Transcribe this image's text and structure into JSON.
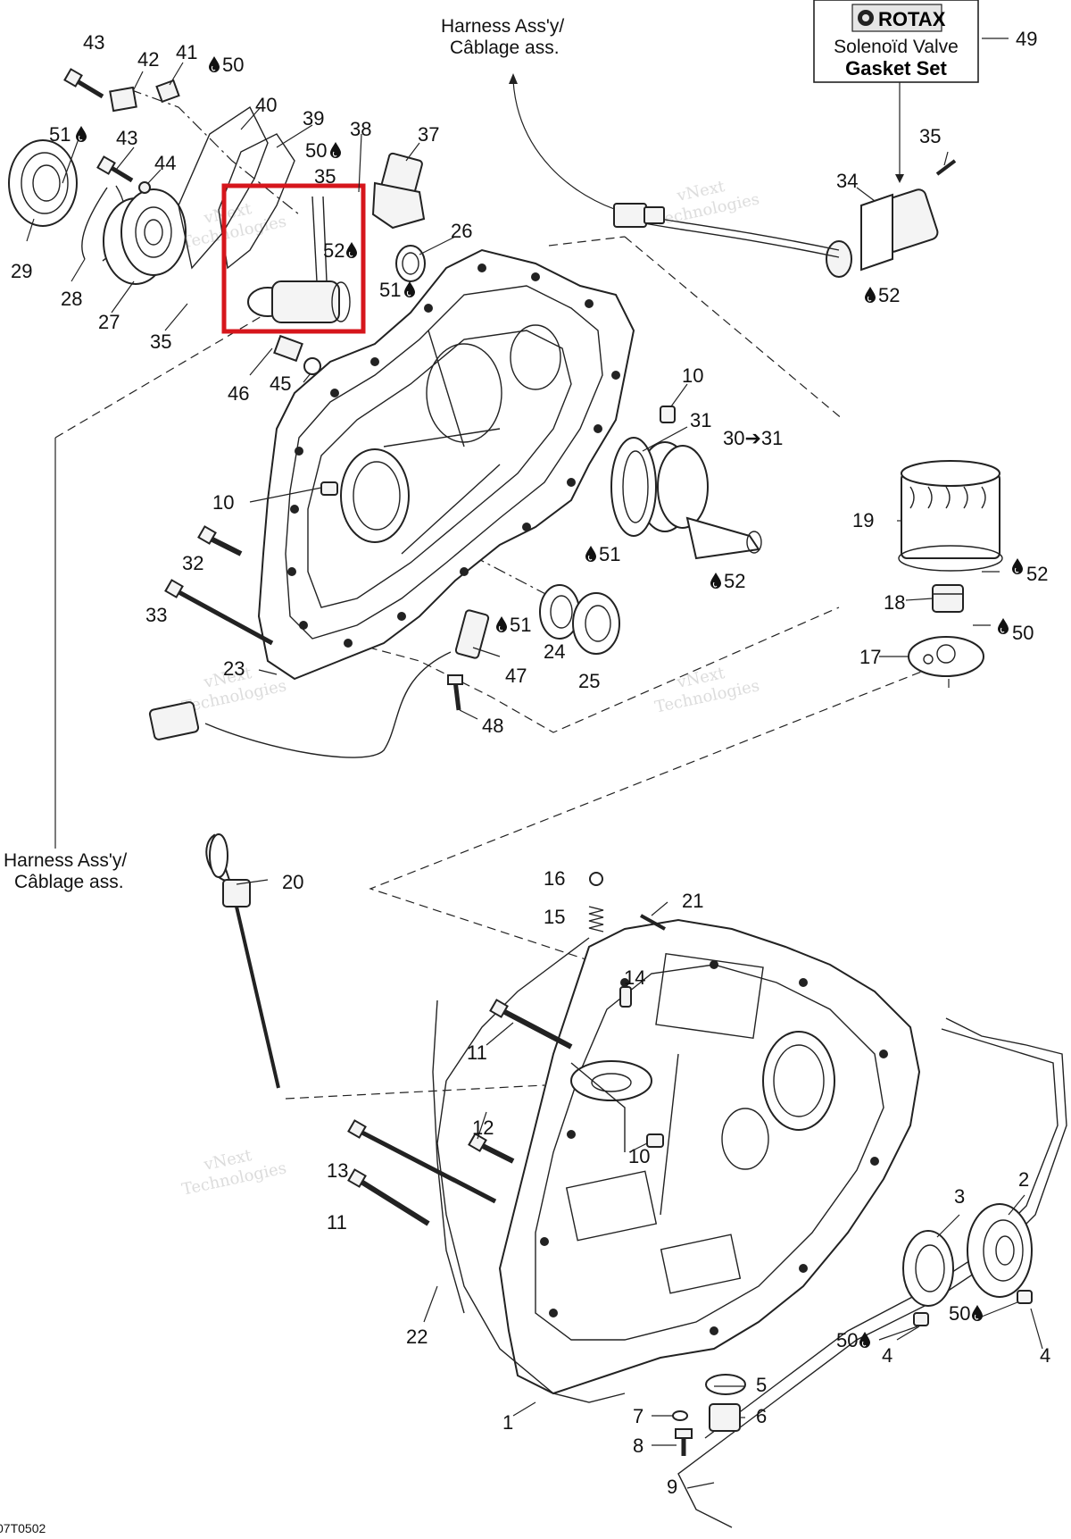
{
  "diagram": {
    "figure_code": "07T0502",
    "kit_box": {
      "brand": "ROTAX",
      "line1": "Solenoïd Valve",
      "line2": "Gasket Set",
      "callout": "49"
    },
    "harness_label_top": {
      "line1": "Harness Ass'y/",
      "line2": "Câblage ass."
    },
    "harness_label_left": {
      "line1": "Harness Ass'y/",
      "line2": "Câblage ass."
    },
    "watermark": {
      "line1": "vNext",
      "line2": "Technologies"
    },
    "callouts": [
      {
        "id": "c43a",
        "text": "43"
      },
      {
        "id": "c42",
        "text": "42"
      },
      {
        "id": "c41",
        "text": "41"
      },
      {
        "id": "c50a",
        "text": "50"
      },
      {
        "id": "c51a",
        "text": "51"
      },
      {
        "id": "c43b",
        "text": "43"
      },
      {
        "id": "c44",
        "text": "44"
      },
      {
        "id": "c40",
        "text": "40"
      },
      {
        "id": "c39",
        "text": "39"
      },
      {
        "id": "c38",
        "text": "38"
      },
      {
        "id": "c37",
        "text": "37"
      },
      {
        "id": "c50b",
        "text": "50"
      },
      {
        "id": "c35a",
        "text": "35"
      },
      {
        "id": "c52a",
        "text": "52"
      },
      {
        "id": "c26",
        "text": "26"
      },
      {
        "id": "c51b",
        "text": "51"
      },
      {
        "id": "c29",
        "text": "29"
      },
      {
        "id": "c28",
        "text": "28"
      },
      {
        "id": "c27",
        "text": "27"
      },
      {
        "id": "c35b",
        "text": "35"
      },
      {
        "id": "c46",
        "text": "46"
      },
      {
        "id": "c45",
        "text": "45"
      },
      {
        "id": "c35c",
        "text": "35"
      },
      {
        "id": "c34",
        "text": "34"
      },
      {
        "id": "c52b",
        "text": "52"
      },
      {
        "id": "c10a",
        "text": "10"
      },
      {
        "id": "c31",
        "text": "31"
      },
      {
        "id": "c3031",
        "text": "30➔31"
      },
      {
        "id": "c10b",
        "text": "10"
      },
      {
        "id": "c32",
        "text": "32"
      },
      {
        "id": "c33",
        "text": "33"
      },
      {
        "id": "c23",
        "text": "23"
      },
      {
        "id": "c51c",
        "text": "51"
      },
      {
        "id": "c52c",
        "text": "52"
      },
      {
        "id": "c51d",
        "text": "51"
      },
      {
        "id": "c47",
        "text": "47"
      },
      {
        "id": "c24",
        "text": "24"
      },
      {
        "id": "c25",
        "text": "25"
      },
      {
        "id": "c48",
        "text": "48"
      },
      {
        "id": "c19",
        "text": "19"
      },
      {
        "id": "c52d",
        "text": "52"
      },
      {
        "id": "c18",
        "text": "18"
      },
      {
        "id": "c50c",
        "text": "50"
      },
      {
        "id": "c17",
        "text": "17"
      },
      {
        "id": "c20",
        "text": "20"
      },
      {
        "id": "c16",
        "text": "16"
      },
      {
        "id": "c15",
        "text": "15"
      },
      {
        "id": "c21",
        "text": "21"
      },
      {
        "id": "c14",
        "text": "14"
      },
      {
        "id": "c11a",
        "text": "11"
      },
      {
        "id": "c12",
        "text": "12"
      },
      {
        "id": "c10c",
        "text": "10"
      },
      {
        "id": "c13",
        "text": "13"
      },
      {
        "id": "c11b",
        "text": "11"
      },
      {
        "id": "c3",
        "text": "3"
      },
      {
        "id": "c2",
        "text": "2"
      },
      {
        "id": "c50d",
        "text": "50"
      },
      {
        "id": "c50e",
        "text": "50"
      },
      {
        "id": "c4a",
        "text": "4"
      },
      {
        "id": "c4b",
        "text": "4"
      },
      {
        "id": "c22",
        "text": "22"
      },
      {
        "id": "c5",
        "text": "5"
      },
      {
        "id": "c1",
        "text": "1"
      },
      {
        "id": "c7",
        "text": "7"
      },
      {
        "id": "c6",
        "text": "6"
      },
      {
        "id": "c8",
        "text": "8"
      },
      {
        "id": "c9",
        "text": "9"
      }
    ]
  }
}
